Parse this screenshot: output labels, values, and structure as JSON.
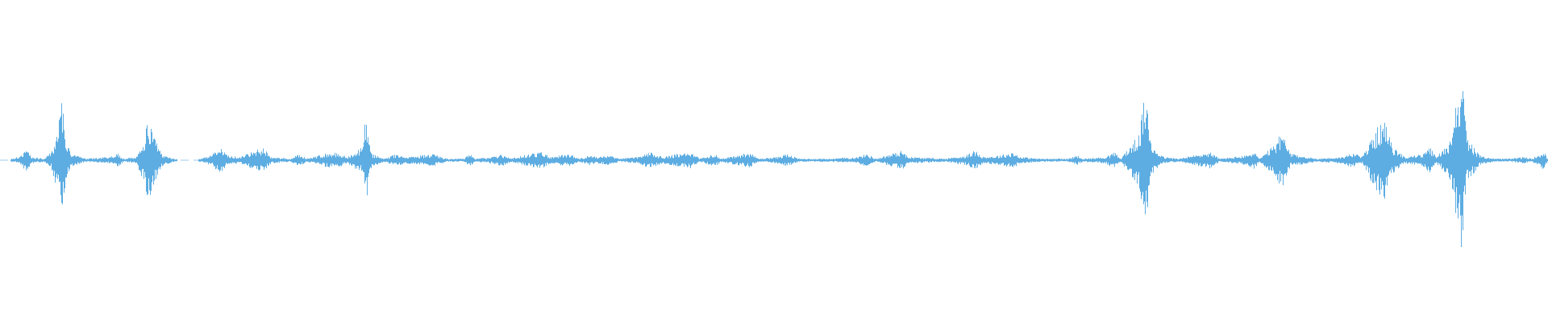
{
  "waveform": {
    "color": "#5dade2",
    "background": "#ffffff",
    "segments": [
      {
        "t": 0.0,
        "a": 0.0
      },
      {
        "t": 0.008,
        "a": 0.01
      },
      {
        "t": 0.014,
        "a": 0.03
      },
      {
        "t": 0.017,
        "a": 0.09
      },
      {
        "t": 0.02,
        "a": 0.02
      },
      {
        "t": 0.028,
        "a": 0.01
      },
      {
        "t": 0.033,
        "a": 0.05
      },
      {
        "t": 0.037,
        "a": 0.2
      },
      {
        "t": 0.04,
        "a": 0.38
      },
      {
        "t": 0.042,
        "a": 0.15
      },
      {
        "t": 0.046,
        "a": 0.04
      },
      {
        "t": 0.055,
        "a": 0.01
      },
      {
        "t": 0.07,
        "a": 0.02
      },
      {
        "t": 0.076,
        "a": 0.04
      },
      {
        "t": 0.08,
        "a": 0.01
      },
      {
        "t": 0.088,
        "a": 0.02
      },
      {
        "t": 0.092,
        "a": 0.12
      },
      {
        "t": 0.096,
        "a": 0.26
      },
      {
        "t": 0.099,
        "a": 0.16
      },
      {
        "t": 0.104,
        "a": 0.04
      },
      {
        "t": 0.112,
        "a": 0.01
      },
      {
        "t": 0.125,
        "a": 0.0
      },
      {
        "t": 0.136,
        "a": 0.03
      },
      {
        "t": 0.142,
        "a": 0.08
      },
      {
        "t": 0.147,
        "a": 0.03
      },
      {
        "t": 0.155,
        "a": 0.02
      },
      {
        "t": 0.162,
        "a": 0.05
      },
      {
        "t": 0.17,
        "a": 0.08
      },
      {
        "t": 0.175,
        "a": 0.02
      },
      {
        "t": 0.188,
        "a": 0.01
      },
      {
        "t": 0.193,
        "a": 0.04
      },
      {
        "t": 0.198,
        "a": 0.01
      },
      {
        "t": 0.21,
        "a": 0.04
      },
      {
        "t": 0.218,
        "a": 0.05
      },
      {
        "t": 0.224,
        "a": 0.02
      },
      {
        "t": 0.234,
        "a": 0.08
      },
      {
        "t": 0.236,
        "a": 0.28
      },
      {
        "t": 0.24,
        "a": 0.04
      },
      {
        "t": 0.248,
        "a": 0.01
      },
      {
        "t": 0.256,
        "a": 0.04
      },
      {
        "t": 0.262,
        "a": 0.02
      },
      {
        "t": 0.272,
        "a": 0.03
      },
      {
        "t": 0.28,
        "a": 0.04
      },
      {
        "t": 0.288,
        "a": 0.01
      },
      {
        "t": 0.3,
        "a": 0.01
      },
      {
        "t": 0.303,
        "a": 0.04
      },
      {
        "t": 0.307,
        "a": 0.01
      },
      {
        "t": 0.318,
        "a": 0.02
      },
      {
        "t": 0.324,
        "a": 0.04
      },
      {
        "t": 0.33,
        "a": 0.01
      },
      {
        "t": 0.342,
        "a": 0.04
      },
      {
        "t": 0.35,
        "a": 0.05
      },
      {
        "t": 0.356,
        "a": 0.02
      },
      {
        "t": 0.368,
        "a": 0.04
      },
      {
        "t": 0.374,
        "a": 0.01
      },
      {
        "t": 0.381,
        "a": 0.03
      },
      {
        "t": 0.386,
        "a": 0.02
      },
      {
        "t": 0.393,
        "a": 0.03
      },
      {
        "t": 0.4,
        "a": 0.01
      },
      {
        "t": 0.412,
        "a": 0.02
      },
      {
        "t": 0.42,
        "a": 0.05
      },
      {
        "t": 0.428,
        "a": 0.02
      },
      {
        "t": 0.438,
        "a": 0.04
      },
      {
        "t": 0.446,
        "a": 0.05
      },
      {
        "t": 0.452,
        "a": 0.01
      },
      {
        "t": 0.462,
        "a": 0.04
      },
      {
        "t": 0.466,
        "a": 0.01
      },
      {
        "t": 0.476,
        "a": 0.03
      },
      {
        "t": 0.484,
        "a": 0.05
      },
      {
        "t": 0.49,
        "a": 0.01
      },
      {
        "t": 0.502,
        "a": 0.02
      },
      {
        "t": 0.508,
        "a": 0.04
      },
      {
        "t": 0.516,
        "a": 0.01
      },
      {
        "t": 0.536,
        "a": 0.01
      },
      {
        "t": 0.554,
        "a": 0.02
      },
      {
        "t": 0.56,
        "a": 0.04
      },
      {
        "t": 0.566,
        "a": 0.01
      },
      {
        "t": 0.576,
        "a": 0.04
      },
      {
        "t": 0.583,
        "a": 0.06
      },
      {
        "t": 0.588,
        "a": 0.02
      },
      {
        "t": 0.61,
        "a": 0.01
      },
      {
        "t": 0.624,
        "a": 0.03
      },
      {
        "t": 0.63,
        "a": 0.06
      },
      {
        "t": 0.636,
        "a": 0.02
      },
      {
        "t": 0.646,
        "a": 0.03
      },
      {
        "t": 0.654,
        "a": 0.05
      },
      {
        "t": 0.66,
        "a": 0.02
      },
      {
        "t": 0.672,
        "a": 0.01
      },
      {
        "t": 0.69,
        "a": 0.01
      },
      {
        "t": 0.696,
        "a": 0.03
      },
      {
        "t": 0.7,
        "a": 0.01
      },
      {
        "t": 0.714,
        "a": 0.02
      },
      {
        "t": 0.72,
        "a": 0.05
      },
      {
        "t": 0.724,
        "a": 0.01
      },
      {
        "t": 0.736,
        "a": 0.16
      },
      {
        "t": 0.74,
        "a": 0.42
      },
      {
        "t": 0.744,
        "a": 0.1
      },
      {
        "t": 0.752,
        "a": 0.02
      },
      {
        "t": 0.762,
        "a": 0.01
      },
      {
        "t": 0.776,
        "a": 0.04
      },
      {
        "t": 0.782,
        "a": 0.05
      },
      {
        "t": 0.788,
        "a": 0.01
      },
      {
        "t": 0.806,
        "a": 0.03
      },
      {
        "t": 0.81,
        "a": 0.06
      },
      {
        "t": 0.814,
        "a": 0.01
      },
      {
        "t": 0.824,
        "a": 0.1
      },
      {
        "t": 0.828,
        "a": 0.18
      },
      {
        "t": 0.834,
        "a": 0.04
      },
      {
        "t": 0.85,
        "a": 0.01
      },
      {
        "t": 0.868,
        "a": 0.02
      },
      {
        "t": 0.874,
        "a": 0.05
      },
      {
        "t": 0.88,
        "a": 0.02
      },
      {
        "t": 0.89,
        "a": 0.2
      },
      {
        "t": 0.894,
        "a": 0.26
      },
      {
        "t": 0.9,
        "a": 0.08
      },
      {
        "t": 0.908,
        "a": 0.02
      },
      {
        "t": 0.92,
        "a": 0.04
      },
      {
        "t": 0.924,
        "a": 0.08
      },
      {
        "t": 0.928,
        "a": 0.02
      },
      {
        "t": 0.936,
        "a": 0.1
      },
      {
        "t": 0.94,
        "a": 0.3
      },
      {
        "t": 0.944,
        "a": 0.6
      },
      {
        "t": 0.948,
        "a": 0.14
      },
      {
        "t": 0.956,
        "a": 0.03
      },
      {
        "t": 0.966,
        "a": 0.01
      },
      {
        "t": 0.976,
        "a": 0.01
      },
      {
        "t": 0.984,
        "a": 0.02
      },
      {
        "t": 0.99,
        "a": 0.01
      },
      {
        "t": 0.995,
        "a": 0.04
      },
      {
        "t": 0.998,
        "a": 0.06
      },
      {
        "t": 1.0,
        "a": 0.01
      }
    ]
  }
}
